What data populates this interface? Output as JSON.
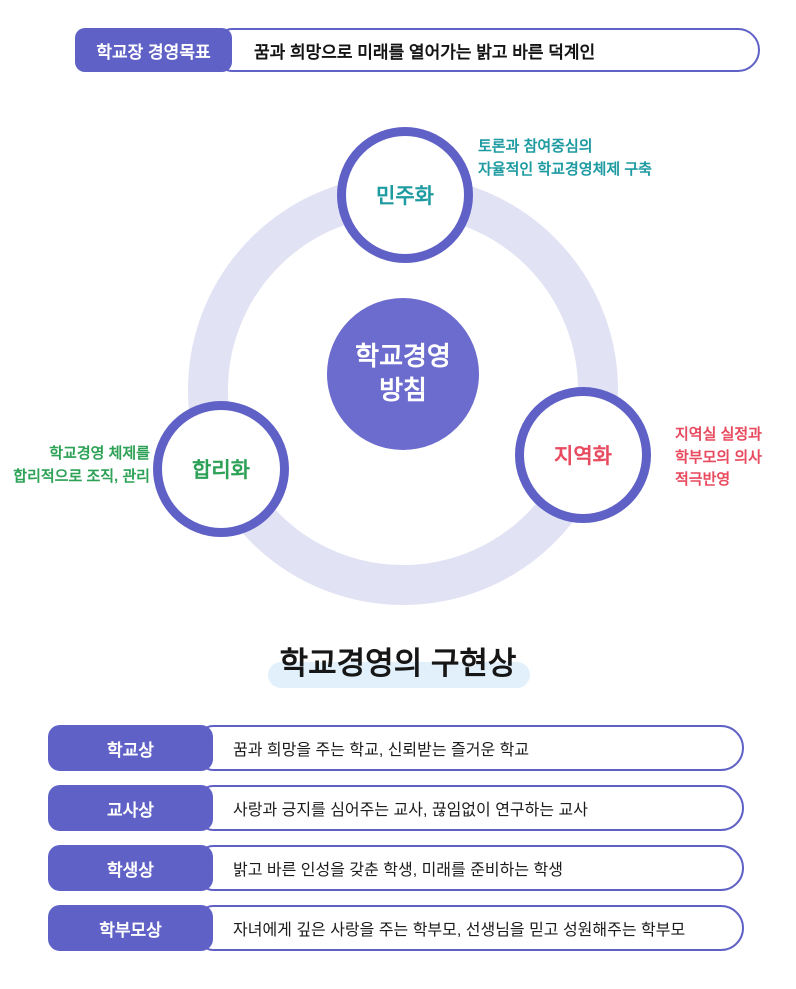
{
  "header": {
    "label": "학교장 경영목표",
    "text": "꿈과 희망으로 미래를 열어가는 밝고 바른 덕계인"
  },
  "diagram": {
    "center": {
      "line1": "학교경영",
      "line2": "방침"
    },
    "nodes": [
      {
        "label": "민주화",
        "color": "#1e9ba1",
        "desc": "토론과 참여중심의\n자율적인 학교경영체제 구축"
      },
      {
        "label": "합리화",
        "color": "#2da156",
        "desc": "학교경영 체제를\n합리적으로 조직, 관리"
      },
      {
        "label": "지역화",
        "color": "#e84a5f",
        "desc": "지역실 실정과\n학부모의 의사\n적극반영"
      }
    ]
  },
  "section": {
    "title": "학교경영의 구현상",
    "rows": [
      {
        "label": "학교상",
        "text": "꿈과 희망을 주는 학교, 신뢰받는 즐거운 학교"
      },
      {
        "label": "교사상",
        "text": "사랑과 긍지를 심어주는 교사, 끊임없이 연구하는 교사"
      },
      {
        "label": "학생상",
        "text": "밝고 바른 인성을 갖춘 학생, 미래를 준비하는 학생"
      },
      {
        "label": "학부모상",
        "text": "자녀에게 깊은 사랑을 주는 학부모, 선생님을 믿고 성원해주는 학부모"
      }
    ]
  },
  "colors": {
    "accent": "#5f61c6",
    "center_fill": "#6c6bce",
    "ring": "#e2e2f5",
    "democratization": "#1e9ba1",
    "rationalization": "#2da156",
    "localization": "#e84a5f",
    "title_highlight": "#e1f0fa"
  }
}
